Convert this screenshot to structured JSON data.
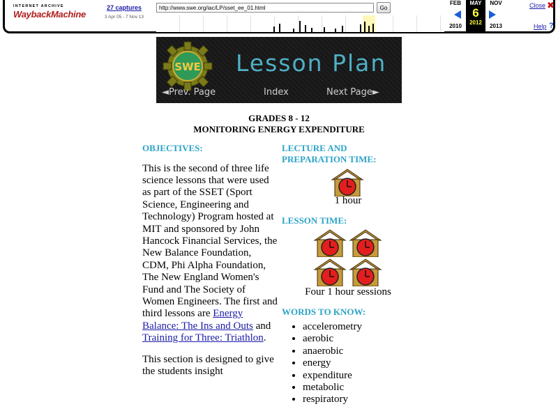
{
  "wayback": {
    "logo_top": "INTERNET ARCHIVE",
    "logo_main": "WaybackMachine",
    "url": "http://www.swe.org/iac/LP/sset_ee_01.html",
    "go_label": "Go",
    "captures_label": "27 captures",
    "captures_range": "3 Apr 05 - 7 Nov 13",
    "months": [
      {
        "month": "FEB",
        "year": "2010"
      },
      {
        "month": "MAY",
        "day": "6",
        "year": "2012"
      },
      {
        "month": "NOV",
        "year": "2013"
      }
    ],
    "close_label": "Close",
    "help_label": "Help",
    "colors": {
      "accent": "#1a5fd6",
      "current_bg": "#000000",
      "current_fg": "#ffff3c"
    }
  },
  "banner": {
    "logo_text": "SWE",
    "title": "Lesson Plan",
    "prev": "Prev. Page",
    "index": "Index",
    "next": "Next Page"
  },
  "heading": {
    "grades": "GRADES 8 - 12",
    "title": "MONITORING ENERGY EXPENDITURE"
  },
  "objectives": {
    "label": "OBJECTIVES:",
    "para1_text": "This is the second of three life science lessons that were used as part of the SSET (Sport Science, Engineering and Technology) Program hosted at MIT and sponsored by John Hancock Financial Services, the New Balance Foundation, CDM, Phi Alpha Foundation, The New England Women's Fund and The Society of Women Engineers. The first and third lessons are",
    "link1": "Energy Balance: The Ins and Outs",
    "and_text": "and",
    "link2": "Training for Three: Triathlon",
    "period": ".",
    "para2_text": "This section is designed to give the students insight"
  },
  "lecture_time": {
    "label": "LECTURE AND PREPARATION TIME:",
    "value": "1 hour"
  },
  "lesson_time": {
    "label": "LESSON TIME:",
    "value": "Four 1 hour sessions"
  },
  "words_to_know": {
    "label": "WORDS TO KNOW:",
    "items": [
      "accelerometry",
      "aerobic",
      "anaerobic",
      "energy",
      "expenditure",
      "metabolic",
      "respiratory"
    ]
  },
  "colors": {
    "section_heading": "#2aa3c7",
    "link": "#1a1aa8",
    "clock_face": "#e31e1e",
    "clock_house": "#c79a3a"
  }
}
